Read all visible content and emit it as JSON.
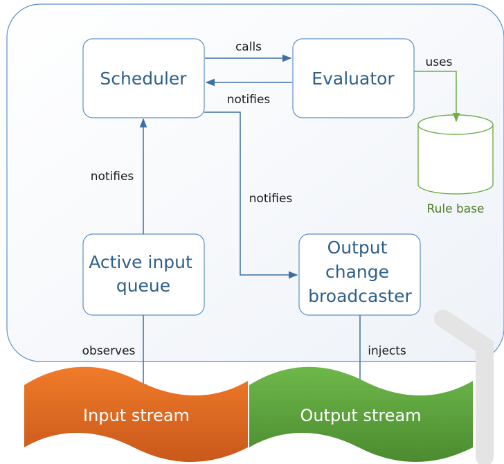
{
  "nodes": {
    "scheduler": "Scheduler",
    "evaluator": "Evaluator",
    "active_input_queue": [
      "Active input",
      "queue"
    ],
    "output_change_broadcaster": [
      "Output",
      "change",
      "broadcaster"
    ],
    "rule_base": "Rule base"
  },
  "edges": {
    "calls": "calls",
    "uses": "uses",
    "notifies_eval": "notifies",
    "notifies_queue": "notifies",
    "notifies_broadcaster": "notifies",
    "observes": "observes",
    "injects": "injects"
  },
  "streams": {
    "input": "Input stream",
    "output": "Output stream"
  },
  "colors": {
    "box_border": "#5b8ec9",
    "text_blue": "#2e5f8a",
    "arrow_blue": "#3d6fa3",
    "green_arrow": "#6fae48",
    "cylinder_border": "#6fae48",
    "input_stream": "#d9661e",
    "output_stream": "#5a9c3a"
  }
}
